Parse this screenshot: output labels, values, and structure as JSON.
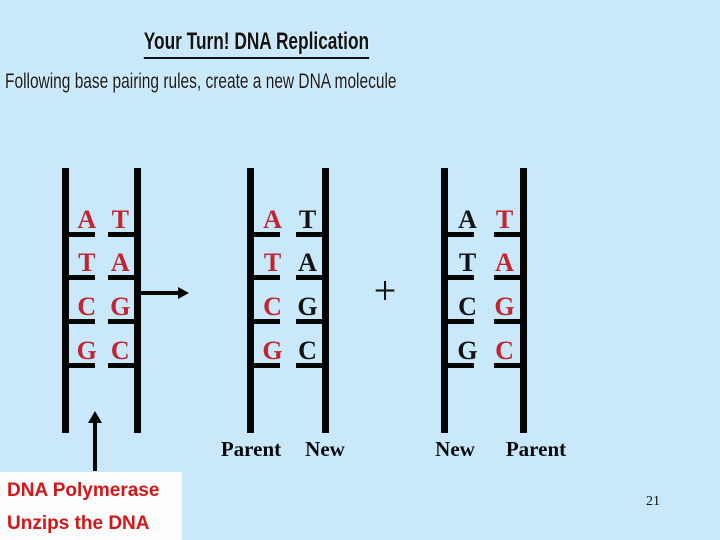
{
  "slide": {
    "title": "Your Turn! DNA Replication",
    "subtitle": "Following base pairing rules, create a new DNA molecule",
    "plus_sign": "+",
    "page_number": "21"
  },
  "colors": {
    "background": "#c9e9fb",
    "backbone_black": "#050505",
    "base_red": "#c32430",
    "base_black": "#131313",
    "note_text_red": "#d31718",
    "note_background": "#fdfdfd"
  },
  "ladders": [
    {
      "id": "original-parent-molecule",
      "pairs": [
        {
          "left": "A",
          "right": "T",
          "left_color": "#c32430",
          "right_color": "#c32430"
        },
        {
          "left": "T",
          "right": "A",
          "left_color": "#c32430",
          "right_color": "#c32430"
        },
        {
          "left": "C",
          "right": "G",
          "left_color": "#c32430",
          "right_color": "#c32430"
        },
        {
          "left": "G",
          "right": "C",
          "left_color": "#c32430",
          "right_color": "#c32430"
        }
      ]
    },
    {
      "id": "parent-new-molecule",
      "pairs": [
        {
          "left": "A",
          "right": "T",
          "left_color": "#c32430",
          "right_color": "#131313"
        },
        {
          "left": "T",
          "right": "A",
          "left_color": "#c32430",
          "right_color": "#131313"
        },
        {
          "left": "C",
          "right": "G",
          "left_color": "#c32430",
          "right_color": "#131313"
        },
        {
          "left": "G",
          "right": "C",
          "left_color": "#c32430",
          "right_color": "#131313"
        }
      ]
    },
    {
      "id": "new-parent-molecule",
      "pairs": [
        {
          "left": "A",
          "right": "T",
          "left_color": "#131313",
          "right_color": "#c32430"
        },
        {
          "left": "T",
          "right": "A",
          "left_color": "#131313",
          "right_color": "#c32430"
        },
        {
          "left": "C",
          "right": "G",
          "left_color": "#131313",
          "right_color": "#c32430"
        },
        {
          "left": "G",
          "right": "C",
          "left_color": "#131313",
          "right_color": "#c32430"
        }
      ]
    }
  ],
  "strand_labels": [
    {
      "text": "Parent"
    },
    {
      "text": "New"
    },
    {
      "text": "New"
    },
    {
      "text": "Parent"
    }
  ],
  "notes": {
    "line1": "DNA Polymerase",
    "line2": "Unzips the DNA"
  }
}
